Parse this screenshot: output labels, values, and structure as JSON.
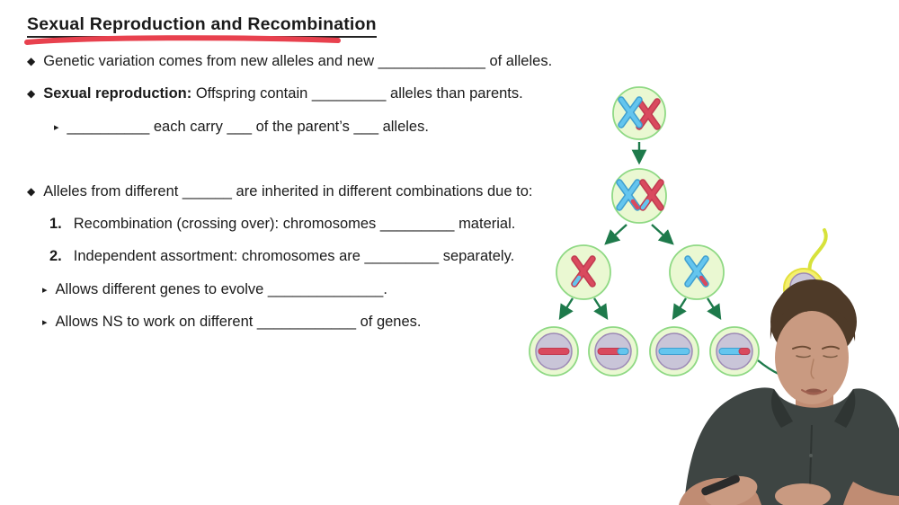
{
  "slide": {
    "title": "Sexual Reproduction and Recombination",
    "bullets": [
      {
        "marker": "◆",
        "bold": "",
        "text": "Genetic variation comes from new alleles and new _____________ of alleles."
      },
      {
        "marker": "◆",
        "bold": "Sexual reproduction:",
        "text": " Offspring contain _________ alleles than parents."
      },
      {
        "marker": "▸",
        "bold": "",
        "text": "__________ each carry ___ of the parent’s ___ alleles."
      },
      {
        "marker": "◆",
        "bold": "",
        "text": "Alleles from different ______ are inherited in different combinations due to:"
      },
      {
        "marker": "1.",
        "bold": "",
        "text": "Recombination (crossing over): chromosomes _________ material."
      },
      {
        "marker": "2.",
        "bold": "",
        "text": "Independent assortment: chromosomes are _________ separately."
      },
      {
        "marker": "▸",
        "bold": "",
        "text": "Allows different genes to evolve ______________."
      },
      {
        "marker": "▸",
        "bold": "",
        "text": "Allows NS to work on different ____________ of genes."
      }
    ]
  },
  "colors": {
    "marker_red": "#e8414e",
    "text": "#1b1b1b",
    "cell_fill": "#eaf8d2",
    "cell_border": "#8fd984",
    "nucleus_fill": "#c9c5d8",
    "nucleus_border": "#9d89b6",
    "chromosome_red": "#d94a5e",
    "chromosome_red_dark": "#c13a50",
    "chromosome_blue": "#64c5ee",
    "chromosome_blue_dark": "#3f9fd0",
    "arrow_green": "#1e7a4b",
    "sperm_yellow": "#f4f06e",
    "sperm_yellow_border": "#e3df3c",
    "sperm_tail": "#d7e23b",
    "shirt": "#3e4543",
    "shirt_dark": "#2f3533",
    "skin": "#c99a81",
    "skin_dark": "#c08c73",
    "hair": "#4e3a28"
  }
}
